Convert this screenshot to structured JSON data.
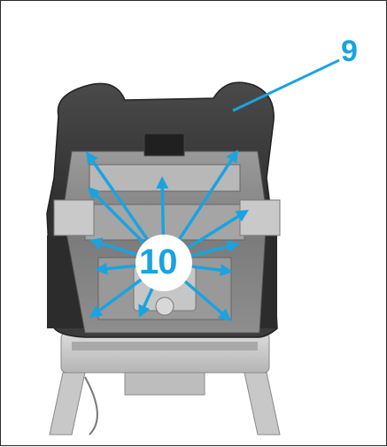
{
  "callouts": {
    "part_number": "9",
    "center_number": "10"
  },
  "colors": {
    "callout": "#1aa3e0",
    "seat_dark": "#3a3a3a",
    "seat_mid": "#6e6e6e",
    "frame_light": "#c9c9c9",
    "border": "#2a2a2a"
  },
  "arrow_count": 12
}
